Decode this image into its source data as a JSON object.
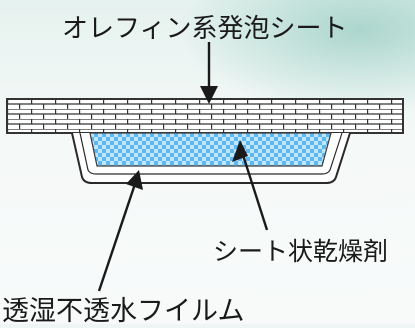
{
  "labels": {
    "foam_sheet": "オレフィン系発泡シート",
    "desiccant_sheet": "シート状乾燥剤",
    "film": "透湿不透水フイルム"
  }
}
